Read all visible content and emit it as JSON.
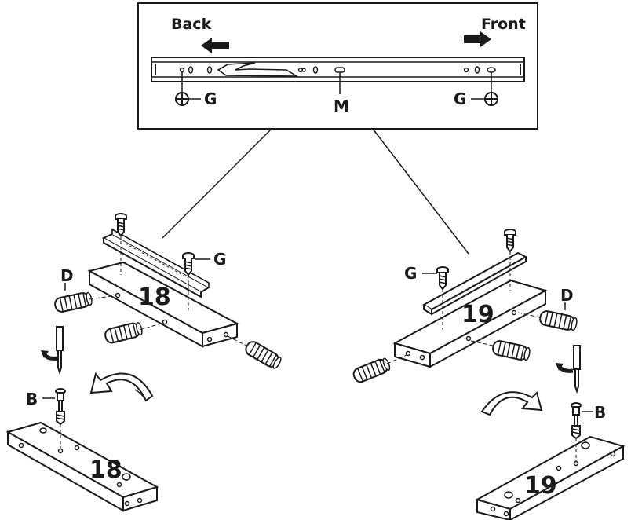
{
  "inset": {
    "back_label": "Back",
    "front_label": "Front",
    "left_screw_label": "G",
    "middle_hole_label": "M",
    "right_screw_label": "G"
  },
  "left_assembly": {
    "panel_number": "18",
    "rail_screw_label": "G",
    "dowel_label": "D"
  },
  "right_assembly": {
    "panel_number": "19",
    "rail_screw_label": "G",
    "dowel_label": "D"
  },
  "left_bottom": {
    "panel_number": "18",
    "bolt_label": "B"
  },
  "right_bottom": {
    "panel_number": "19",
    "bolt_label": "B"
  },
  "icons": [
    "arrow-left-icon",
    "arrow-right-icon",
    "screw-icon",
    "dowel-icon",
    "screwdriver-icon",
    "flip-arrow-icon",
    "cam-bolt-icon"
  ]
}
